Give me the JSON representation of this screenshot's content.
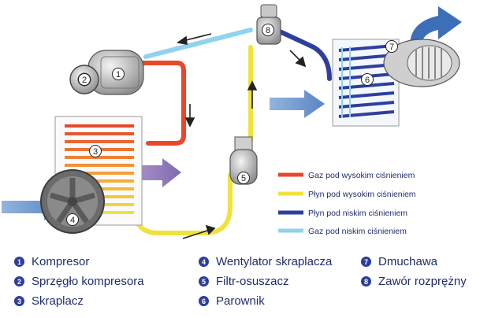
{
  "components": [
    {
      "number": "1",
      "name": "Kompresor"
    },
    {
      "number": "2",
      "name": "Sprzęgło kompresora"
    },
    {
      "number": "3",
      "name": "Skraplacz"
    },
    {
      "number": "4",
      "name": "Wentylator skraplacza"
    },
    {
      "number": "5",
      "name": "Filtr-osuszacz"
    },
    {
      "number": "6",
      "name": "Parownik"
    },
    {
      "number": "7",
      "name": "Dmuchawa"
    },
    {
      "number": "8",
      "name": "Zawór rozprężny"
    }
  ],
  "legend": [
    {
      "label": "Gaz pod wysokim ciśnieniem",
      "color": "#e8472a"
    },
    {
      "label": "Płyn pod wysokim ciśnieniem",
      "color": "#f0e23c"
    },
    {
      "label": "Płyn pod niskim ciśnieniem",
      "color": "#2f3f9e"
    },
    {
      "label": "Gaz pod niskim ciśnieniem",
      "color": "#8fd3ec"
    }
  ]
}
